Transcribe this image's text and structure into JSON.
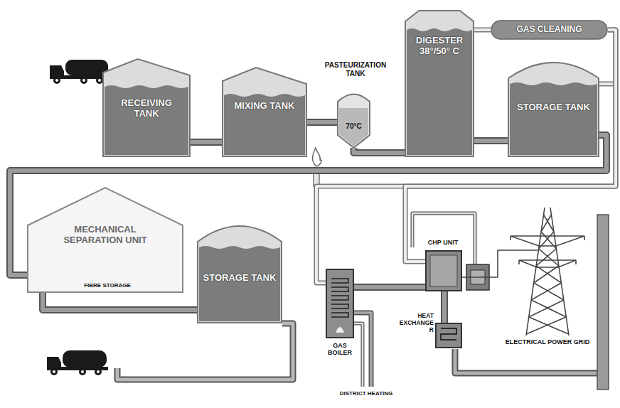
{
  "diagram": {
    "nodes": [
      {
        "text": [
          "RECEIVING TANK"
        ]
      },
      {
        "text": [
          "MIXING TANK"
        ]
      },
      {
        "text": [
          "PASTEURIZATION TANK",
          "70°C"
        ]
      },
      {
        "text": [
          "DIGESTER 38°/50° C"
        ]
      },
      {
        "text": [
          "GAS CLEANING"
        ]
      },
      {
        "text": [
          "STORAGE TANK"
        ]
      },
      {
        "text": [
          "MECHANICAL SEPARATION UNIT"
        ]
      },
      {
        "text": [
          "STORAGE TANK"
        ]
      },
      {
        "text": [
          "GAS BOILER"
        ]
      },
      {
        "text": [
          "CHP UNIT"
        ]
      },
      {
        "text": [
          "HEAT EXCHANGER"
        ]
      },
      {
        "text": [
          "ELECTRICAL POWER GRID"
        ]
      }
    ],
    "edges": [
      {
        "from": 0,
        "to": 1,
        "arrow": "none"
      },
      {
        "from": 1,
        "to": 2,
        "arrow": "none"
      },
      {
        "from": 2,
        "to": 3,
        "arrow": "none"
      },
      {
        "from": 3,
        "to": 4,
        "arrow": "none"
      },
      {
        "from": 3,
        "to": 5,
        "arrow": "none"
      },
      {
        "from": 5,
        "to": 6,
        "arrow": "none"
      },
      {
        "from": 6,
        "to": 7,
        "arrow": "none"
      },
      {
        "from": 4,
        "to": 8,
        "arrow": "none"
      },
      {
        "from": 4,
        "to": 9,
        "arrow": "none"
      },
      {
        "from": 9,
        "to": 10,
        "arrow": "none"
      },
      {
        "from": 9,
        "to": 11,
        "arrow": "none"
      },
      {
        "from": 8,
        "to": 9,
        "arrow": "none"
      }
    ],
    "labels": [
      "FIBRE STORAGE",
      "DISTRICT HEATING"
    ]
  }
}
